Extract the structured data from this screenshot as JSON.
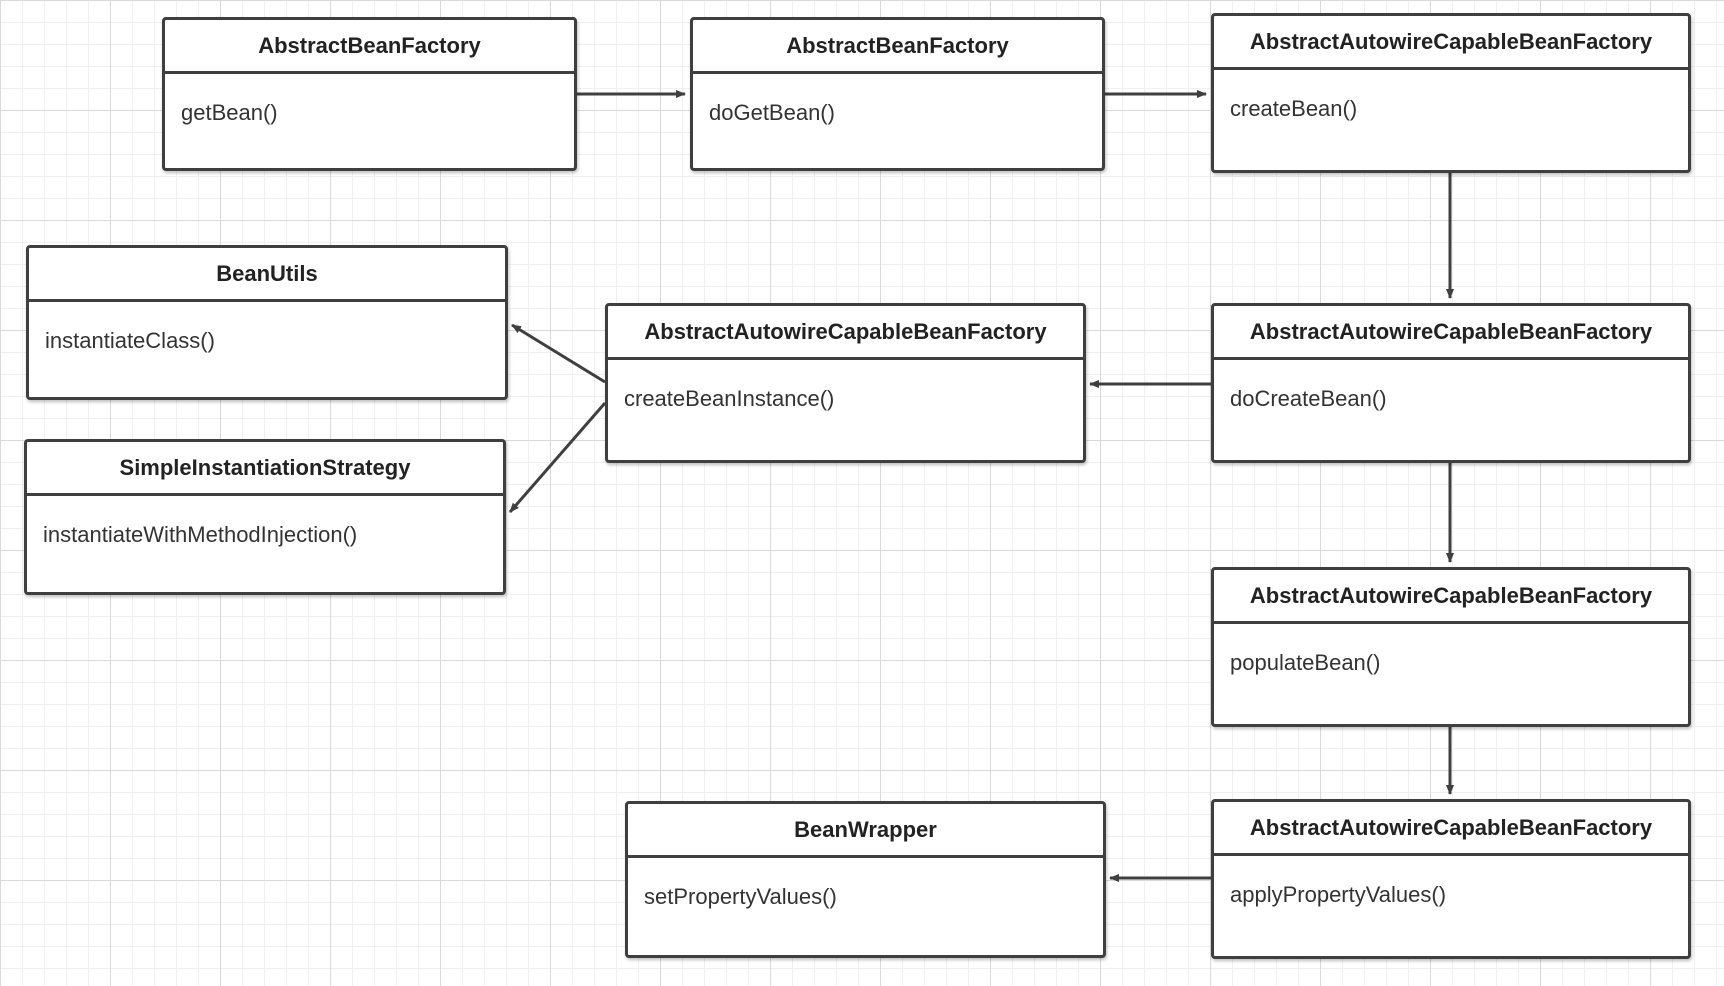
{
  "theme": {
    "line_color": "#3f3f3f",
    "grid_color": "#d9d9d9",
    "background": "#ffffff"
  },
  "nodes": [
    {
      "title": "AbstractBeanFactory",
      "method": "getBean()"
    },
    {
      "title": "AbstractBeanFactory",
      "method": "doGetBean()"
    },
    {
      "title": "AbstractAutowireCapableBeanFactory",
      "method": "createBean()"
    },
    {
      "title": "BeanUtils",
      "method": "instantiateClass()"
    },
    {
      "title": "AbstractAutowireCapableBeanFactory",
      "method": "createBeanInstance()"
    },
    {
      "title": "AbstractAutowireCapableBeanFactory",
      "method": "doCreateBean()"
    },
    {
      "title": "SimpleInstantiationStrategy",
      "method": "instantiateWithMethodInjection()"
    },
    {
      "title": "AbstractAutowireCapableBeanFactory",
      "method": "populateBean()"
    },
    {
      "title": "BeanWrapper",
      "method": "setPropertyValues()"
    },
    {
      "title": "AbstractAutowireCapableBeanFactory",
      "method": "applyPropertyValues()"
    }
  ],
  "edges": [
    {
      "from": 0,
      "to": 1
    },
    {
      "from": 1,
      "to": 2
    },
    {
      "from": 2,
      "to": 5
    },
    {
      "from": 5,
      "to": 4
    },
    {
      "from": 4,
      "to": 3
    },
    {
      "from": 4,
      "to": 6
    },
    {
      "from": 5,
      "to": 7
    },
    {
      "from": 7,
      "to": 9
    },
    {
      "from": 9,
      "to": 8
    }
  ]
}
